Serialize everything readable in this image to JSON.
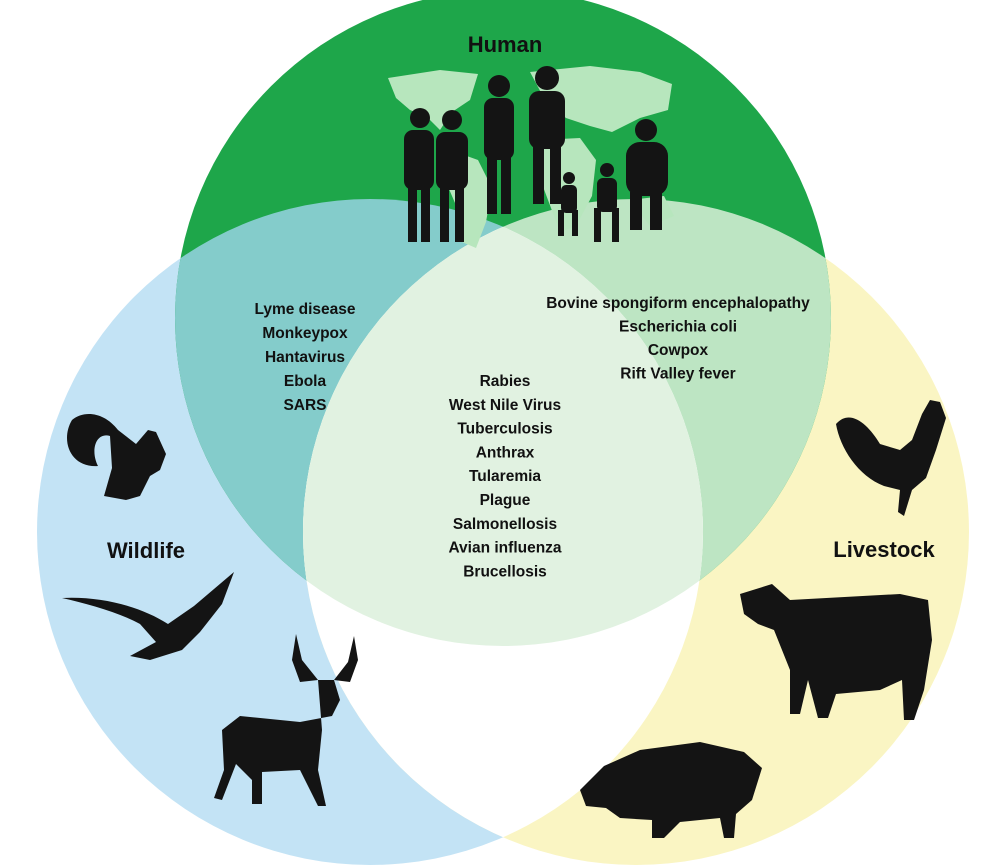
{
  "sets": {
    "human": {
      "label": "Human",
      "color": "#1ea64a"
    },
    "wildlife": {
      "label": "Wildlife",
      "color": "#c3e3f5"
    },
    "livestock": {
      "label": "Livestock",
      "color": "#faf5c3"
    }
  },
  "overlaps": {
    "human_wildlife": [
      "Lyme disease",
      "Monkeypox",
      "Hantavirus",
      "Ebola",
      "SARS"
    ],
    "human_livestock": [
      "Bovine spongiform encephalopathy",
      "Escherichia coli",
      "Cowpox",
      "Rift Valley fever"
    ],
    "all_three": [
      "Rabies",
      "West Nile Virus",
      "Tuberculosis",
      "Anthrax",
      "Tularemia",
      "Plague",
      "Salmonellosis",
      "Avian influenza",
      "Brucellosis"
    ]
  },
  "icons": {
    "human": [
      "world-map-icon",
      "people-silhouette-icon"
    ],
    "wildlife": [
      "squirrel-icon",
      "bird-icon",
      "deer-icon"
    ],
    "livestock": [
      "rooster-icon",
      "cow-icon",
      "pig-icon"
    ]
  },
  "region_colors": {
    "human_wildlife": "#84cccb",
    "human_livestock": "#bde5c3",
    "all_three": "#e1f2e1",
    "map": "#b7e6bd",
    "silhouette": "#141414"
  }
}
